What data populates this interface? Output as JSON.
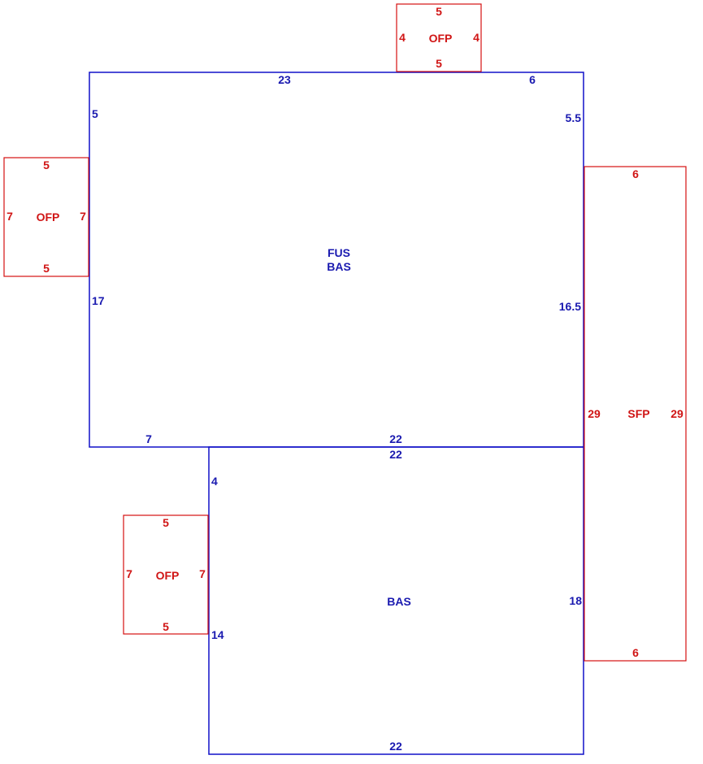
{
  "colors": {
    "main_lines": "#1010c8",
    "porch_lines": "#d51010",
    "main_text": "#1a1ab0",
    "porch_text": "#d01515"
  },
  "main_upper": {
    "code_line1": "FUS",
    "code_line2": "BAS",
    "dims": {
      "top_left": "23",
      "top_right": "6",
      "left_upper": "5",
      "right_upper": "5.5",
      "left_lower": "17",
      "right_lower": "16.5",
      "bottom_left": "7",
      "bottom_right": "22"
    }
  },
  "main_lower": {
    "code": "BAS",
    "dims": {
      "top": "22",
      "left_upper": "4",
      "right": "18",
      "left_lower": "14",
      "bottom": "22"
    }
  },
  "porch_top": {
    "code": "OFP",
    "dims": {
      "top": "5",
      "bottom": "5",
      "left": "4",
      "right": "4"
    }
  },
  "porch_left": {
    "code": "OFP",
    "dims": {
      "top": "5",
      "bottom": "5",
      "left": "7",
      "right": "7"
    }
  },
  "porch_lower_left": {
    "code": "OFP",
    "dims": {
      "top": "5",
      "bottom": "5",
      "left": "7",
      "right": "7"
    }
  },
  "porch_right": {
    "code": "SFP",
    "dims": {
      "top": "6",
      "bottom": "6",
      "left": "29",
      "right": "29"
    }
  }
}
